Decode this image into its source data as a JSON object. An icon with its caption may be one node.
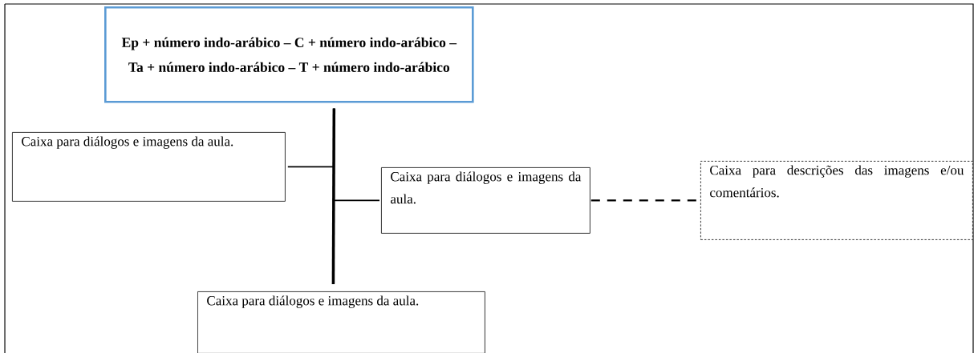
{
  "diagram": {
    "nodes": [
      {
        "text": [
          "Ep + número indo-arábico – C + número indo-arábico – Ta + número indo-arábico – T + número indo-arábico"
        ]
      },
      {
        "text": [
          "Caixa para diálogos e imagens da aula."
        ]
      },
      {
        "text": [
          "Caixa para diálogos e imagens da aula."
        ]
      },
      {
        "text": [
          "Caixa para descrições das imagens e/ou comentários."
        ]
      },
      {
        "text": [
          "Caixa para diálogos e imagens da aula."
        ]
      }
    ],
    "edges": [
      {
        "from": 0,
        "to": 4,
        "arrow": "none",
        "style": "thick"
      },
      {
        "from": 0,
        "to": 1,
        "arrow": "none"
      },
      {
        "from": 0,
        "to": 2,
        "arrow": "none"
      },
      {
        "from": 2,
        "to": 3,
        "arrow": "none",
        "style": "dashed"
      }
    ]
  }
}
